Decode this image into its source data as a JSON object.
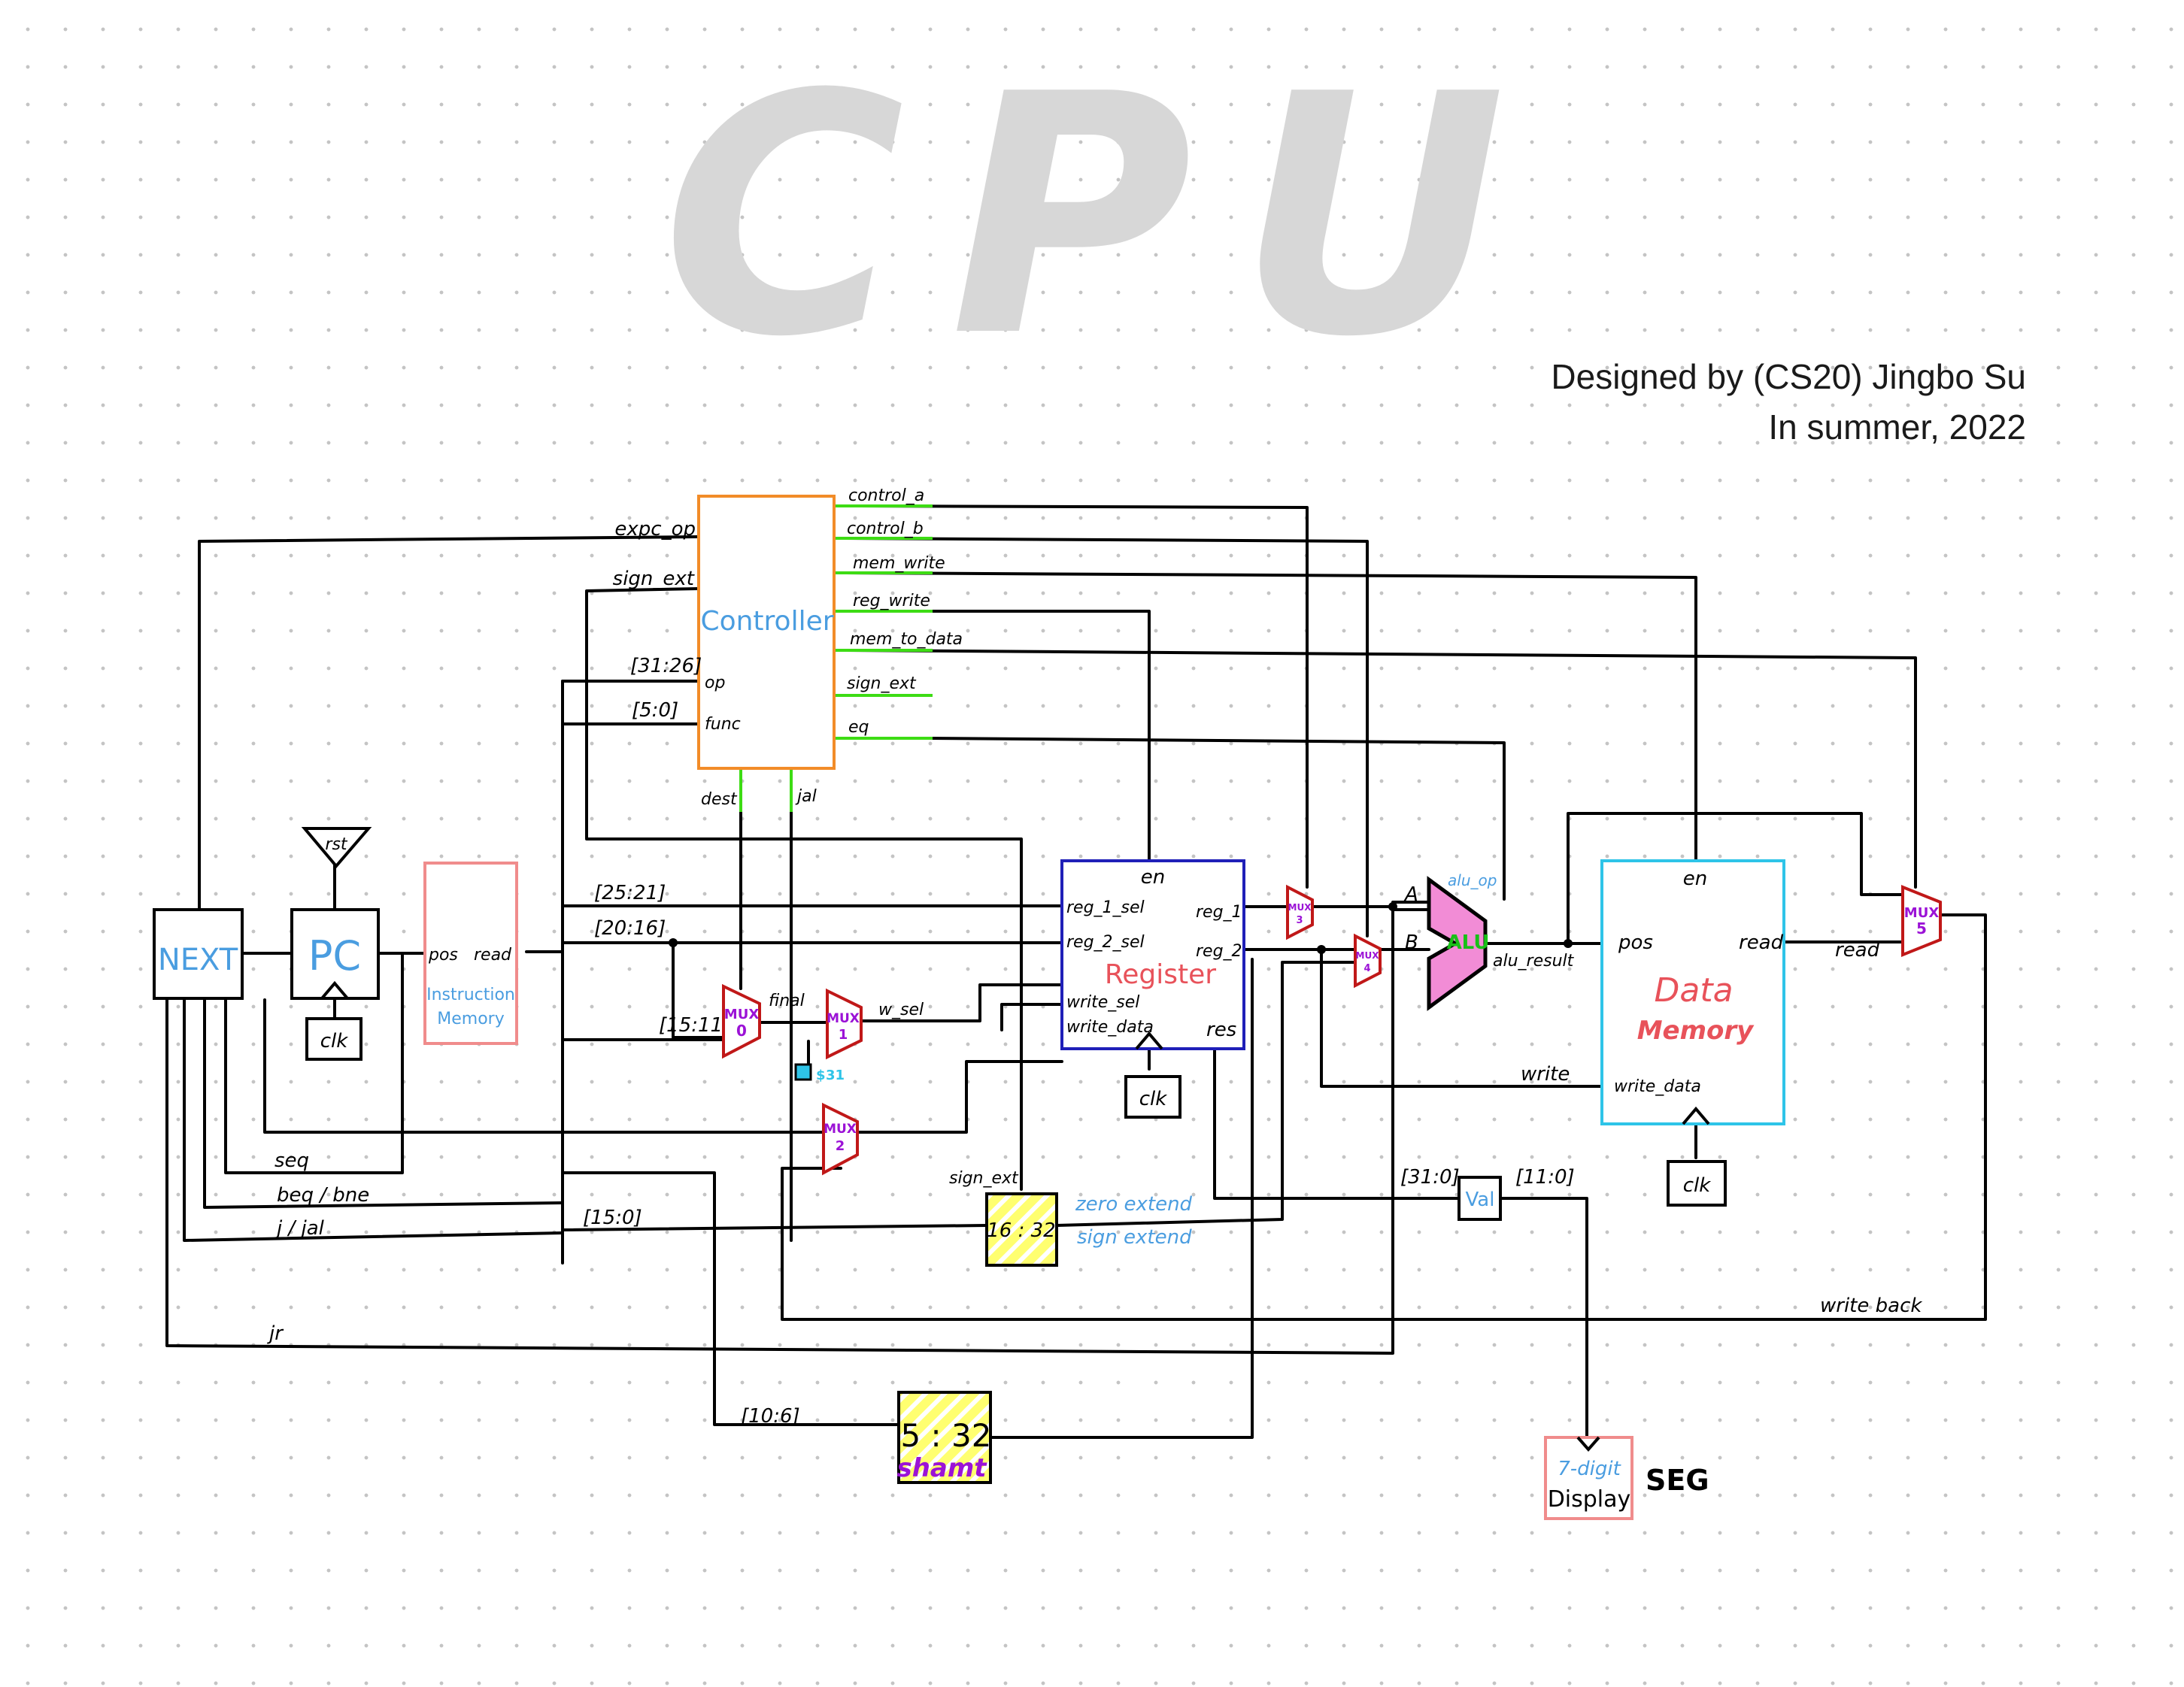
{
  "title": "CPU",
  "credit": {
    "line1": "Designed by (CS20) Jingbo Su",
    "line2": "In summer, 2022"
  },
  "colors": {
    "wire": "#000000",
    "control_wire": "#3ddc14",
    "controller": "#f28c28",
    "register": "#1f1fb8",
    "data_memory": "#2ec4e8",
    "instruction_memory": "#f08c8c",
    "mux": "#c01818",
    "mux_text": "#9b12d6",
    "alu": "#f28cd6",
    "alu_text": "#18c018",
    "blue_text": "#4a9de0",
    "red_text": "#e8525a",
    "extend_fill": "#ffff70"
  },
  "next": {
    "label": "NEXT"
  },
  "pc": {
    "label": "PC",
    "clk": "clk",
    "rst": "rst"
  },
  "instruction_memory": {
    "pos": "pos",
    "read": "read",
    "name_line1": "Instruction",
    "name_line2": "Memory"
  },
  "controller": {
    "name": "Controller",
    "op": "op",
    "func": "func",
    "dest": "dest",
    "jal": "jal",
    "expc_op": "expc_op",
    "sign_ext_in": "sign_ext",
    "outputs": [
      "control_a",
      "control_b",
      "mem_write",
      "reg_write",
      "mem_to_data",
      "sign_ext",
      "eq"
    ]
  },
  "bit_fields": {
    "op": "[31:26]",
    "func": "[5:0]",
    "rs": "[25:21]",
    "rt": "[20:16]",
    "rd": "[15:11]",
    "imm": "[15:0]",
    "shamt": "[10:6]",
    "val_hi": "[31:0]",
    "val_lo": "[11:0]"
  },
  "muxes": [
    {
      "id": "0",
      "label": "MUX"
    },
    {
      "id": "1",
      "label": "MUX"
    },
    {
      "id": "2",
      "label": "MUX"
    },
    {
      "id": "3",
      "label": "MUX"
    },
    {
      "id": "4",
      "label": "MUX"
    },
    {
      "id": "5",
      "label": "MUX"
    }
  ],
  "mux_labels": {
    "final": "final",
    "w_sel": "w_sel",
    "const31": "31"
  },
  "register": {
    "name": "Register",
    "en": "en",
    "reg_1_sel": "reg_1_sel",
    "reg_2_sel": "reg_2_sel",
    "write_sel": "write_sel",
    "write_data": "write_data",
    "reg_1": "reg_1",
    "reg_2": "reg_2",
    "res": "res",
    "clk": "clk"
  },
  "alu": {
    "name": "ALU",
    "op": "alu_op",
    "result": "alu_result",
    "a": "A",
    "b": "B"
  },
  "data_memory": {
    "name_line1": "Data",
    "name_line2": "Memory",
    "en": "en",
    "pos": "pos",
    "read": "read",
    "write_data": "write_data",
    "clk": "clk"
  },
  "extend": {
    "sign_ext_label": "sign_ext",
    "ratio": "16 : 32",
    "zero_extend": "zero extend",
    "sign_extend": "sign extend"
  },
  "shamt": {
    "ratio": "5 : 32",
    "name": "shamt"
  },
  "val": {
    "label": "Val"
  },
  "display": {
    "line1": "7-digit",
    "line2": "Display",
    "name": "SEG"
  },
  "wire_labels": {
    "seq": "seq",
    "beq_bne": "beq / bne",
    "j_jal": "j / jal",
    "jr": "jr",
    "write": "write",
    "read_out": "read",
    "write_back": "write back"
  }
}
